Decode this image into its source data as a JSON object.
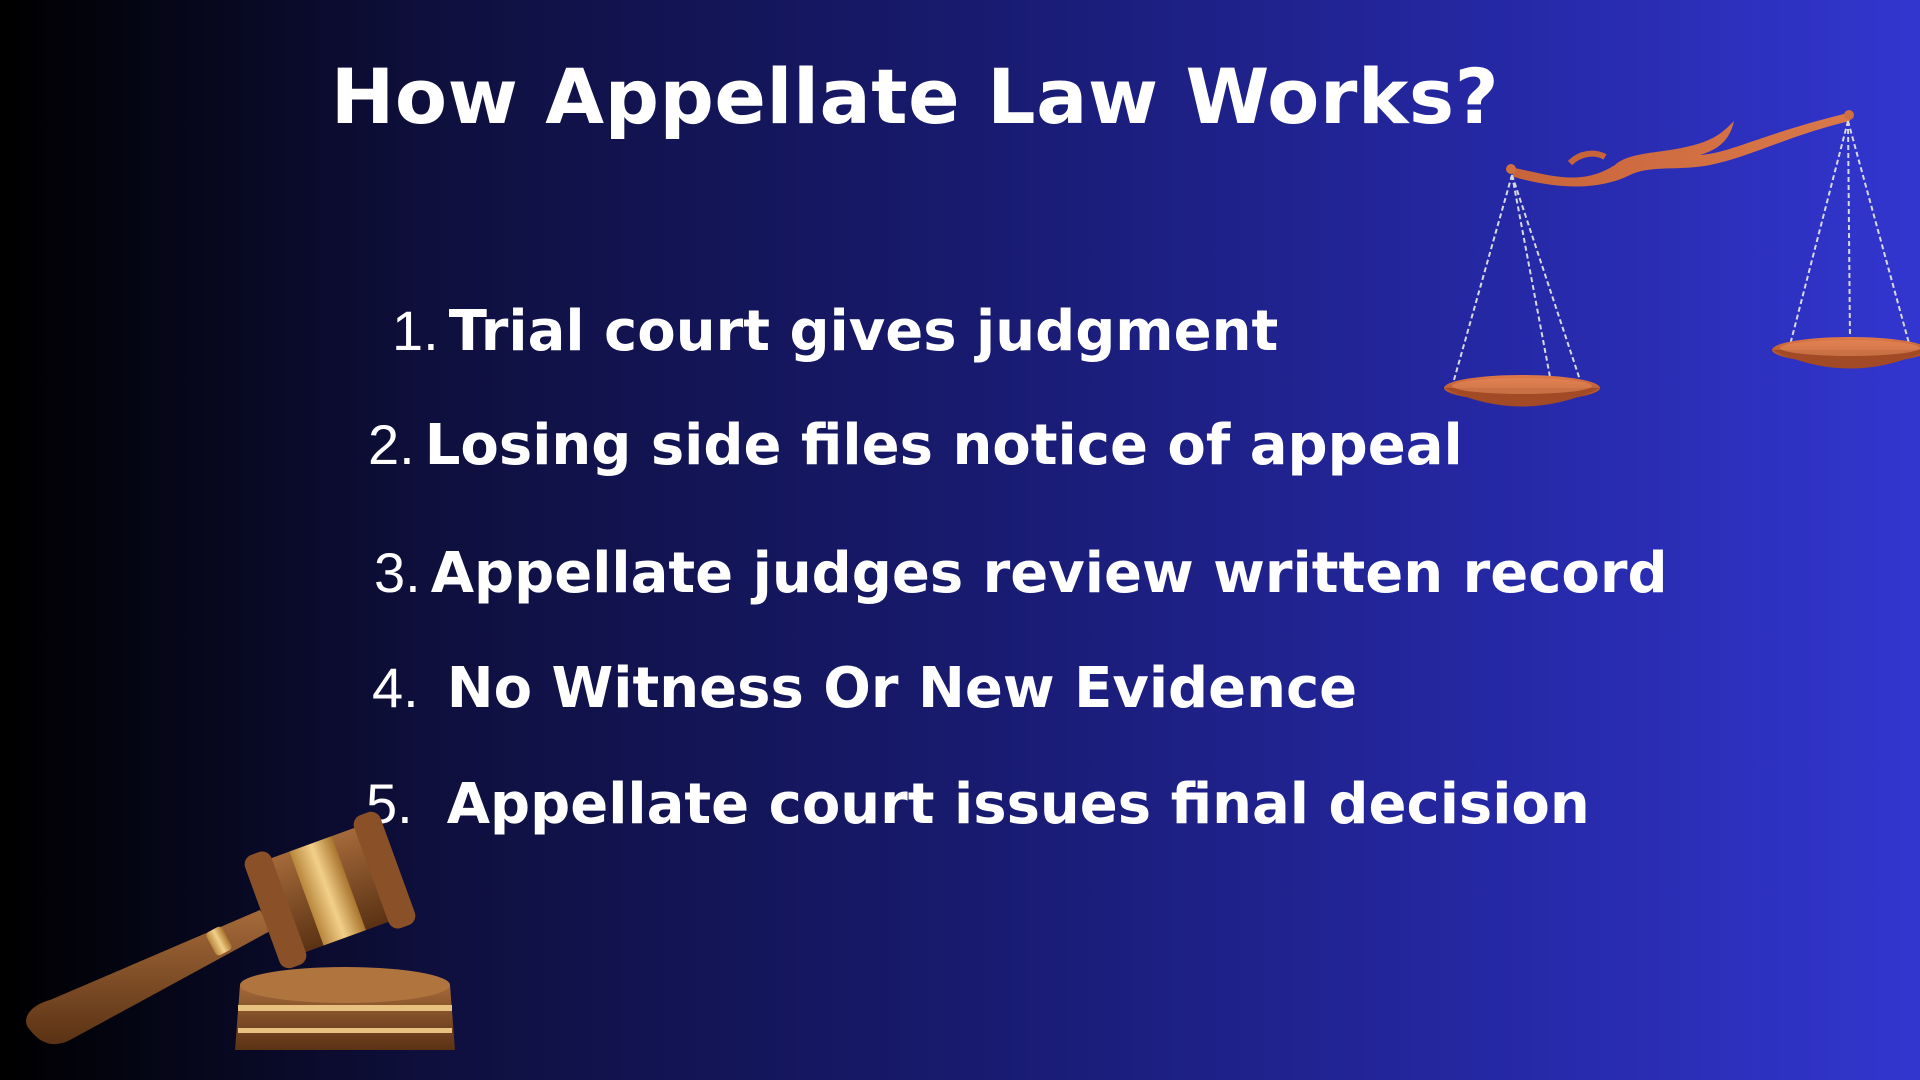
{
  "slide": {
    "title": "How Appellate Law Works?",
    "steps": [
      {
        "number": "1.",
        "text": "Trial court gives judgment"
      },
      {
        "number": "2.",
        "text": "Losing side files notice of appeal"
      },
      {
        "number": "3.",
        "text": "Appellate judges review written record"
      },
      {
        "number": "4.",
        "text": "No Witness Or New Evidence"
      },
      {
        "number": "5.",
        "text": "Appellate court issues final decision"
      }
    ]
  },
  "images": {
    "scales": "scales-of-justice-icon",
    "gavel": "gavel-icon"
  },
  "colors": {
    "background_left": "#000000",
    "background_right": "#3236cf",
    "text": "#ffffff",
    "copper": "#c8643a",
    "wood": "#7a4a24"
  }
}
